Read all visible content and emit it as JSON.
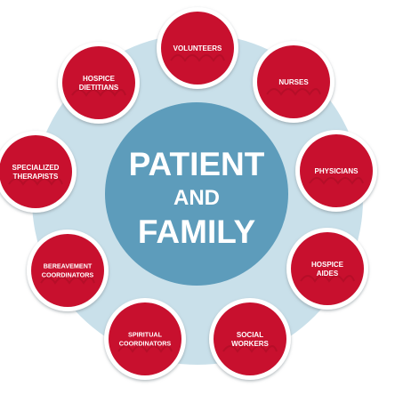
{
  "center": {
    "line1": "PATIENT",
    "line2": "AND",
    "line3": "FAMILY"
  },
  "roles": [
    {
      "lines": [
        "VOLUNTEERS"
      ]
    },
    {
      "lines": [
        "NURSES"
      ]
    },
    {
      "lines": [
        "PHYSICIANS"
      ]
    },
    {
      "lines": [
        "HOSPICE",
        "AIDES"
      ]
    },
    {
      "lines": [
        "SOCIAL",
        "WORKERS"
      ]
    },
    {
      "lines": [
        "SPIRITUAL",
        "COORDINATORS"
      ]
    },
    {
      "lines": [
        "BEREAVEMENT",
        "COORDINATORS"
      ]
    },
    {
      "lines": [
        "SPECIALIZED",
        "THERAPISTS"
      ]
    },
    {
      "lines": [
        "HOSPICE",
        "DIETITIANS"
      ]
    }
  ],
  "colors": {
    "ring": "#c9e0ea",
    "center": "#5d9cbb",
    "node": "#c8102e",
    "node_border": "#ffffff",
    "node_shadow": "#9aa3a8",
    "text": "#ffffff"
  }
}
